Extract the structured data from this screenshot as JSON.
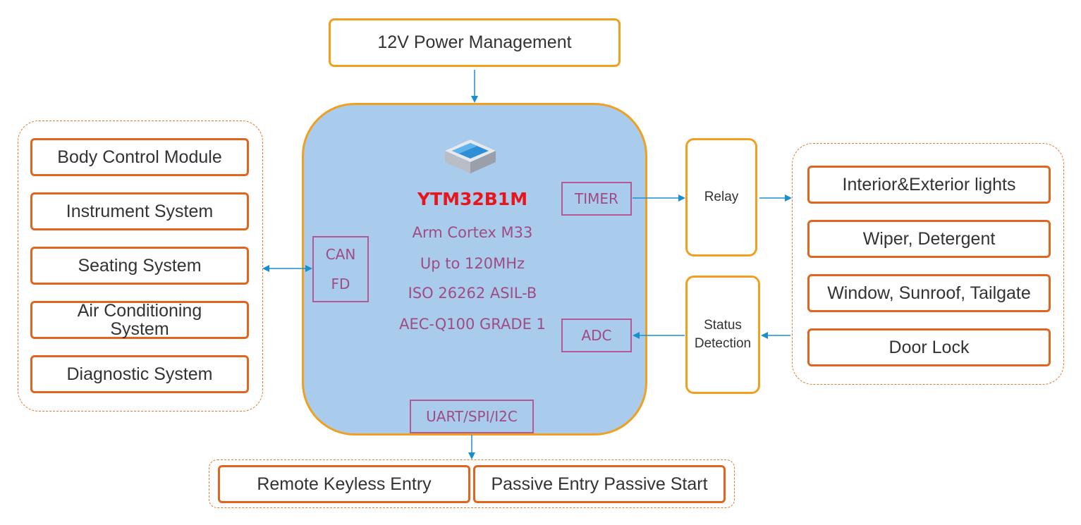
{
  "power": {
    "label": "12V Power Management"
  },
  "mcu": {
    "name": "YTM32B1M",
    "specs": [
      "Arm Cortex M33",
      "Up to 120MHz",
      "ISO 26262 ASIL-B",
      "AEC-Q100 GRADE 1"
    ],
    "peripherals": {
      "can_line1": "CAN",
      "can_line2": "FD",
      "timer": "TIMER",
      "adc": "ADC",
      "uart": "UART/SPI/I2C"
    }
  },
  "left_group": {
    "items": [
      {
        "label": "Body Control Module"
      },
      {
        "label": "Instrument System"
      },
      {
        "label": "Seating System"
      },
      {
        "label_line1": "Air Conditioning",
        "label_line2": "System"
      },
      {
        "label": "Diagnostic System"
      }
    ]
  },
  "relay": {
    "label": "Relay"
  },
  "status": {
    "line1": "Status",
    "line2": "Detection"
  },
  "right_group": {
    "items": [
      {
        "label": "Interior&Exterior lights"
      },
      {
        "label": "Wiper, Detergent"
      },
      {
        "label": "Window, Sunroof, Tailgate"
      },
      {
        "label": "Door Lock"
      }
    ]
  },
  "bottom_group": {
    "items": [
      {
        "label": "Remote Keyless Entry"
      },
      {
        "label": "Passive Entry Passive Start"
      }
    ]
  },
  "colors": {
    "mcu_fill": "#a9cbec",
    "orange_border": "#f0a020",
    "module_border": "#e0651f",
    "arrow": "#1a8fd0",
    "title_red": "#e8161c",
    "spec_purple": "#a04c84"
  }
}
